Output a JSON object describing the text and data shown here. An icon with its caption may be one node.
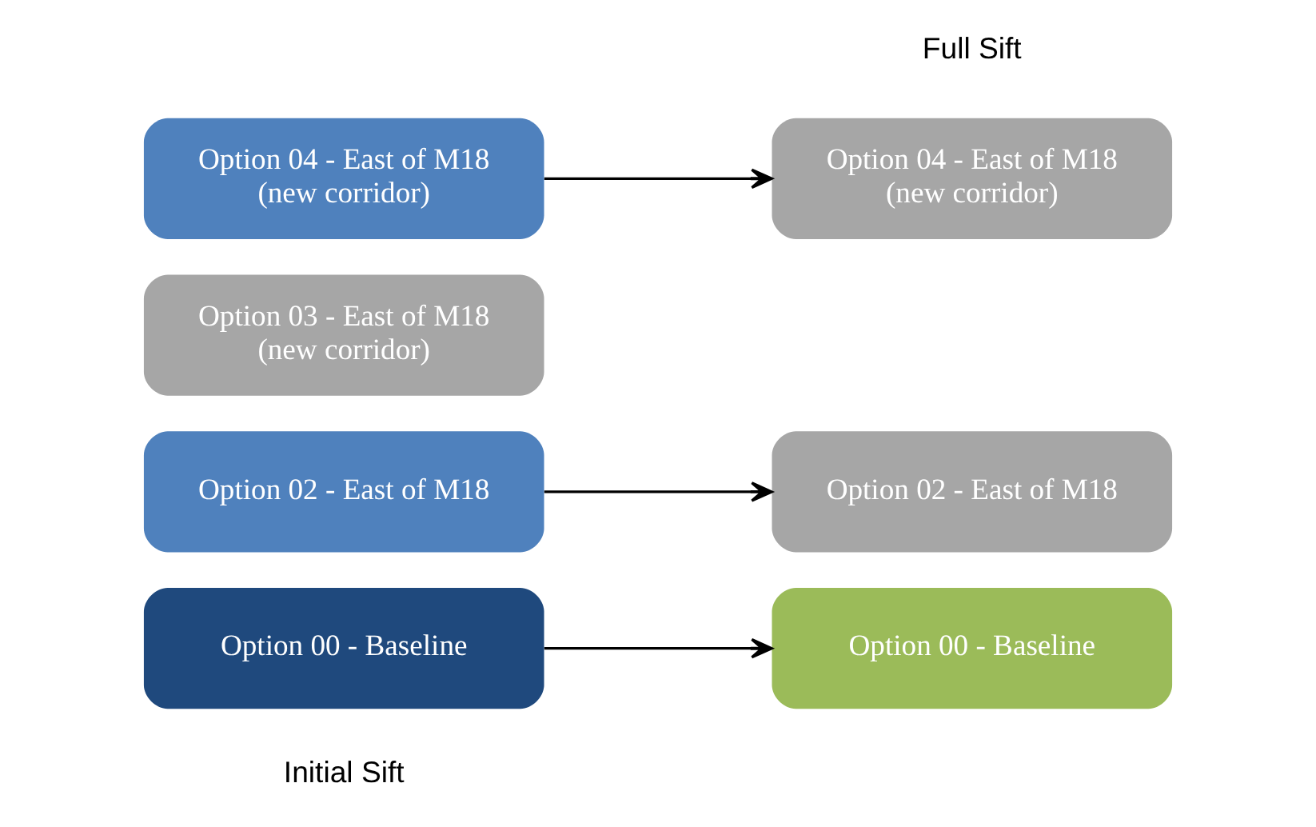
{
  "diagram": {
    "nodes": [
      {
        "text": [
          "Option 00 - Baseline"
        ]
      },
      {
        "text": [
          "Option 02 - East of M18"
        ]
      },
      {
        "text": [
          "Option 03 - East of M18 (new corridor)"
        ]
      },
      {
        "text": [
          "Option 04 - East of M18 (new corridor)"
        ]
      },
      {
        "text": [
          "Option 00 - Baseline"
        ]
      },
      {
        "text": [
          "Option 02 - East of M18"
        ]
      },
      {
        "text": [
          "Option 04 - East of M18 (new corridor)"
        ]
      }
    ],
    "edges": [
      {
        "from": 0,
        "to": 4,
        "arrow": "to"
      },
      {
        "from": 1,
        "to": 5,
        "arrow": "to"
      },
      {
        "from": 3,
        "to": 6,
        "arrow": "to"
      }
    ],
    "labels": [
      "Initial Sift",
      "Full Sift"
    ]
  }
}
